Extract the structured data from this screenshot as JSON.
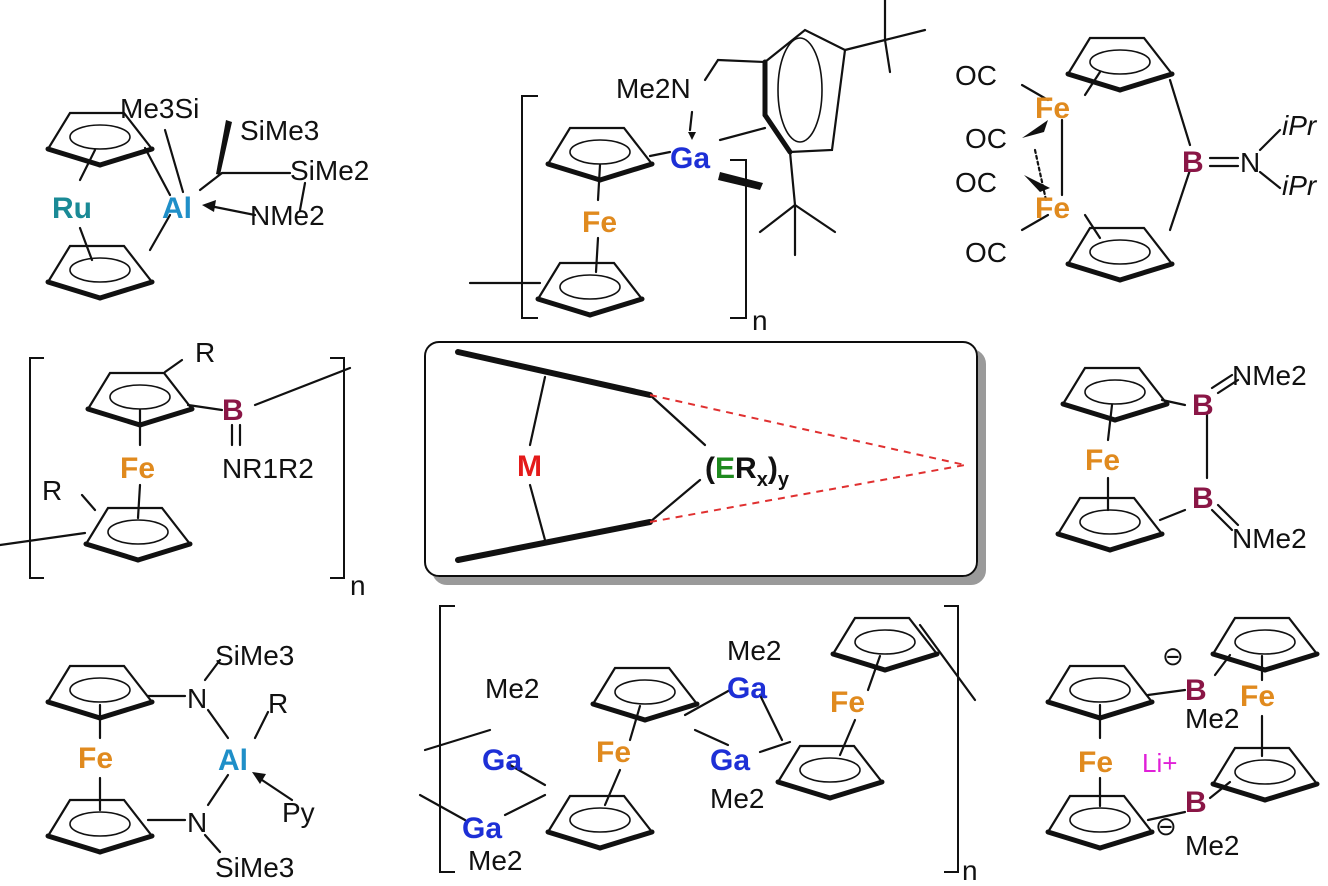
{
  "structures": {
    "ru_al": {
      "metal": "Ru",
      "element": "Al",
      "me3si": "Me3Si",
      "sime3": "SiMe3",
      "sime2": "SiMe2",
      "nme2": "NMe2"
    },
    "fe_ga_polymer": {
      "metal": "Fe",
      "element": "Ga",
      "me2n": "Me2N",
      "repeat": "n"
    },
    "fe2_boron": {
      "metal_top": "Fe",
      "metal_bottom": "Fe",
      "co_labels": [
        "OC",
        "OC",
        "OC",
        "OC"
      ],
      "element": "B",
      "n": "N",
      "ipr": [
        "iPr",
        "iPr"
      ]
    },
    "fe_b_polymer": {
      "metal": "Fe",
      "element": "B",
      "r_top": "R",
      "r_bottom": "R",
      "nr1r2": "NR1R2",
      "repeat": "n"
    },
    "center": {
      "metal": "M",
      "group": "(ERx)y"
    },
    "fe_bb": {
      "metal": "Fe",
      "b_top": "B",
      "b_bottom": "B",
      "nme2_top": "NMe2",
      "nme2_bottom": "NMe2"
    },
    "fe_al": {
      "metal": "Fe",
      "element": "Al",
      "n_top": "N",
      "n_bottom": "N",
      "sime3_top": "SiMe3",
      "sime3_bottom": "SiMe3",
      "r": "R",
      "py": "Py"
    },
    "fe_ga_bottom_polymer": {
      "metal_left": "Fe",
      "metal_right": "Fe",
      "ga": [
        "Ga",
        "Ga",
        "Ga",
        "Ga"
      ],
      "me2": [
        "Me2",
        "Me2",
        "Me2",
        "Me2"
      ],
      "repeat": "n"
    },
    "fe2_borate": {
      "metal_left": "Fe",
      "metal_right": "Fe",
      "b_top": "B",
      "b_bottom": "B",
      "me2_top": "Me2",
      "me2_bottom": "Me2",
      "charge": "⊖",
      "counterion": "Li+"
    }
  },
  "colors": {
    "iron": "#e08a1e",
    "ruthenium": "#1a8a96",
    "aluminum": "#1f8fc8",
    "gallium": "#1d2fd6",
    "boron": "#8a1646",
    "central_metal": "#e41a1a",
    "central_element": "#1e8a1e",
    "lithium": "#e020d8",
    "dashed_line": "#e03030"
  }
}
